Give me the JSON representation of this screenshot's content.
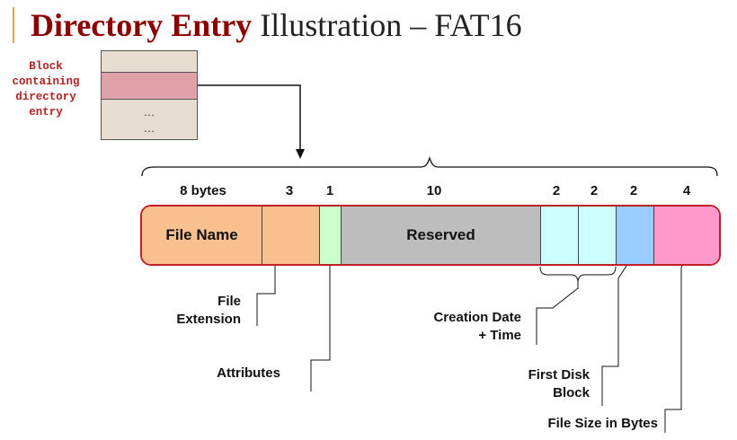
{
  "title": {
    "bold": "Directory Entry",
    "rest": "Illustration – FAT16"
  },
  "block": {
    "label": [
      "Block",
      "containing",
      "directory",
      "entry"
    ],
    "ellipsis": [
      "…",
      "…"
    ]
  },
  "fields": [
    {
      "size": "8 bytes",
      "label": "File Name",
      "color": "#f9c08f"
    },
    {
      "size": "3",
      "label": "",
      "color": "#f9c08f"
    },
    {
      "size": "1",
      "label": "",
      "color": "#ccffcc"
    },
    {
      "size": "10",
      "label": "Reserved",
      "color": "#bdbdbd"
    },
    {
      "size": "2",
      "label": "",
      "color": "#ccffff"
    },
    {
      "size": "2",
      "label": "",
      "color": "#ccffff"
    },
    {
      "size": "2",
      "label": "",
      "color": "#99ccff"
    },
    {
      "size": "4",
      "label": "",
      "color": "#ff99cc"
    }
  ],
  "callouts": {
    "file_extension": [
      "File",
      "Extension"
    ],
    "attributes": "Attributes",
    "creation": [
      "Creation Date",
      "+ Time"
    ],
    "first_disk_block": [
      "First Disk",
      "Block"
    ],
    "file_size": "File Size in Bytes"
  },
  "colors": {
    "title_accent": "#8b0000",
    "block_label": "#b22222",
    "record_border": "#c0202a",
    "block_fill": "#e6ddd0",
    "entry_fill": "#e0a0a8"
  }
}
